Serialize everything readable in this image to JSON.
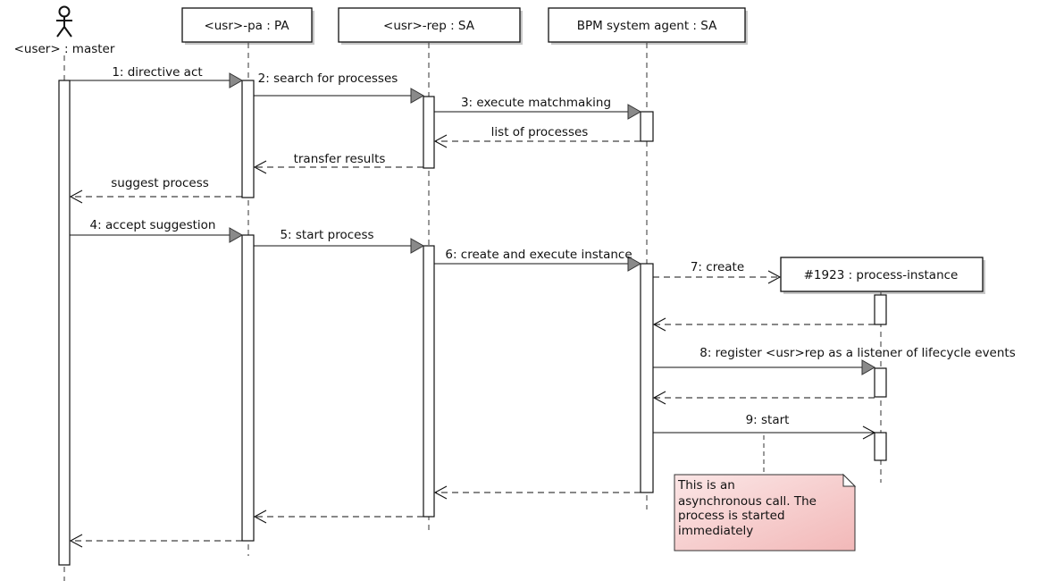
{
  "diagram": {
    "actor": {
      "label": "<user> : master"
    },
    "participants": [
      {
        "id": "pa",
        "label": "<usr>-pa : PA"
      },
      {
        "id": "rep",
        "label": "<usr>-rep : SA"
      },
      {
        "id": "bpm",
        "label": "BPM system agent : SA"
      },
      {
        "id": "inst",
        "label": "#1923 : process-instance"
      }
    ],
    "messages": [
      {
        "id": "m1",
        "label": "1: directive act"
      },
      {
        "id": "m2",
        "label": "2: search for processes"
      },
      {
        "id": "m3",
        "label": "3: execute matchmaking"
      },
      {
        "id": "r3",
        "label": "list of processes"
      },
      {
        "id": "r2",
        "label": "transfer results"
      },
      {
        "id": "r1",
        "label": "suggest process"
      },
      {
        "id": "m4",
        "label": "4: accept suggestion"
      },
      {
        "id": "m5",
        "label": "5: start process"
      },
      {
        "id": "m6",
        "label": "6: create and execute instance"
      },
      {
        "id": "m7",
        "label": "7: create"
      },
      {
        "id": "m8",
        "label": "8: register <usr>rep as a listener of lifecycle events"
      },
      {
        "id": "m9",
        "label": "9: start"
      }
    ],
    "note": {
      "lines": [
        "This is an",
        "asynchronous call. The",
        "process is started",
        "immediately"
      ],
      "color": "#f6c8c8"
    }
  }
}
